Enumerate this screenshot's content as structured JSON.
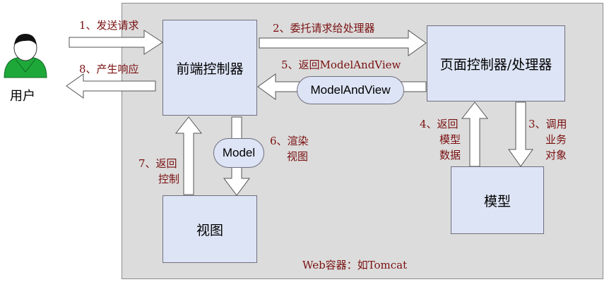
{
  "nodes": {
    "user": "用户",
    "front_controller": "前端控制器",
    "page_controller": "页面控制器/处理器",
    "model_box": "模型",
    "view_box": "视图",
    "model_pill": "Model",
    "mav_pill": "ModelAndView",
    "container": "Web容器：如Tomcat"
  },
  "steps": {
    "s1": "1、发送请求",
    "s2": "2、委托请求给处理器",
    "s3_line1": "3、调用",
    "s3_line2": "业务",
    "s3_line3": "对象",
    "s4_line1": "4、返回",
    "s4_line2": "模型",
    "s4_line3": "数据",
    "s5": "5、返回ModelAndView",
    "s6_line1": "6、渲染",
    "s6_line2": "视图",
    "s7_line1": "7、返回",
    "s7_line2": "控制",
    "s8": "8、产生响应"
  },
  "colors": {
    "box_fill": "#dde4f5",
    "container_fill": "#dcdcdc",
    "label_color": "#7a1010",
    "user_green": "#1fa83a"
  }
}
